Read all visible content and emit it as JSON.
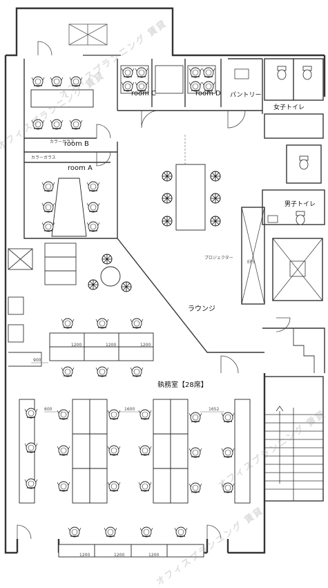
{
  "rooms": {
    "room_a": "room A",
    "room_b": "room B",
    "room_c": "room C",
    "room_d": "room D",
    "pantry": "パントリー",
    "womens_toilet": "女子トイレ",
    "mens_toilet": "男子トイレ",
    "lounge": "ラウンジ",
    "office": "執務室【28席】",
    "eps": "EPS"
  },
  "notes": {
    "color_glass_1": "カラーガラス",
    "color_glass_2": "カラーガラス",
    "projector": "プロジェクター"
  },
  "dimensions": {
    "desk_1200": "1200",
    "d_1600": "1600",
    "d_1652": "1652",
    "d_900": "900",
    "d_600": "600"
  },
  "watermark": "オフィスプランニング 賃貸",
  "colors": {
    "line": "#222222",
    "wall": "#333333",
    "watermark": "#9a9a9a"
  }
}
